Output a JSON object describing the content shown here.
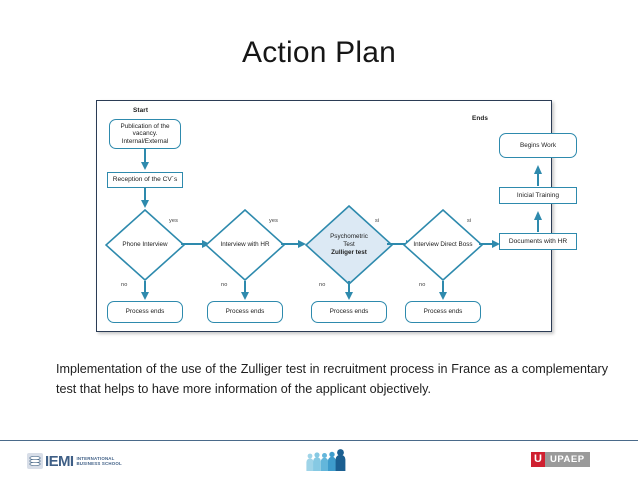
{
  "slide": {
    "title": "Action Plan"
  },
  "flowchart": {
    "start_label": "Start",
    "ends_label": "Ends",
    "nodes": {
      "publication": "Publication of the vacancy. Internal/External",
      "reception": "Reception of the CV´s",
      "phone_interview": "Phone Interview",
      "interview_hr": "Interview with HR",
      "psychometric_line1": "Psychometric",
      "psychometric_line2": "Test",
      "psychometric_line3": "Zulliger test",
      "interview_boss": "Interview Direct Boss",
      "documents_hr": "Documents with HR",
      "inicial_training": "Inicial Training",
      "begins_work": "Begins Work",
      "process_ends": "Process ends"
    },
    "edges": {
      "yes": "yes",
      "no": "no",
      "si": "si"
    },
    "colors": {
      "stroke": "#2e8aad",
      "highlight_fill": "#dce9f4",
      "frame": "#2b3c55"
    }
  },
  "caption": {
    "text": "Implementation of the use of the Zulliger test in recruitment process in France as a complementary test that helps to have more information of the applicant objectively."
  },
  "footer": {
    "iemi_word": "IEMI",
    "iemi_sub_line1": "INTERNATIONAL",
    "iemi_sub_line2": "BUSINESS SCHOOL",
    "upaep_initial": "U",
    "upaep_word": "UPAEP",
    "colors": {
      "iemi_blue": "#3f5f86",
      "upaep_red": "#cf2030",
      "upaep_gray": "#9a9a9a",
      "rule": "#4a6a8a"
    }
  }
}
